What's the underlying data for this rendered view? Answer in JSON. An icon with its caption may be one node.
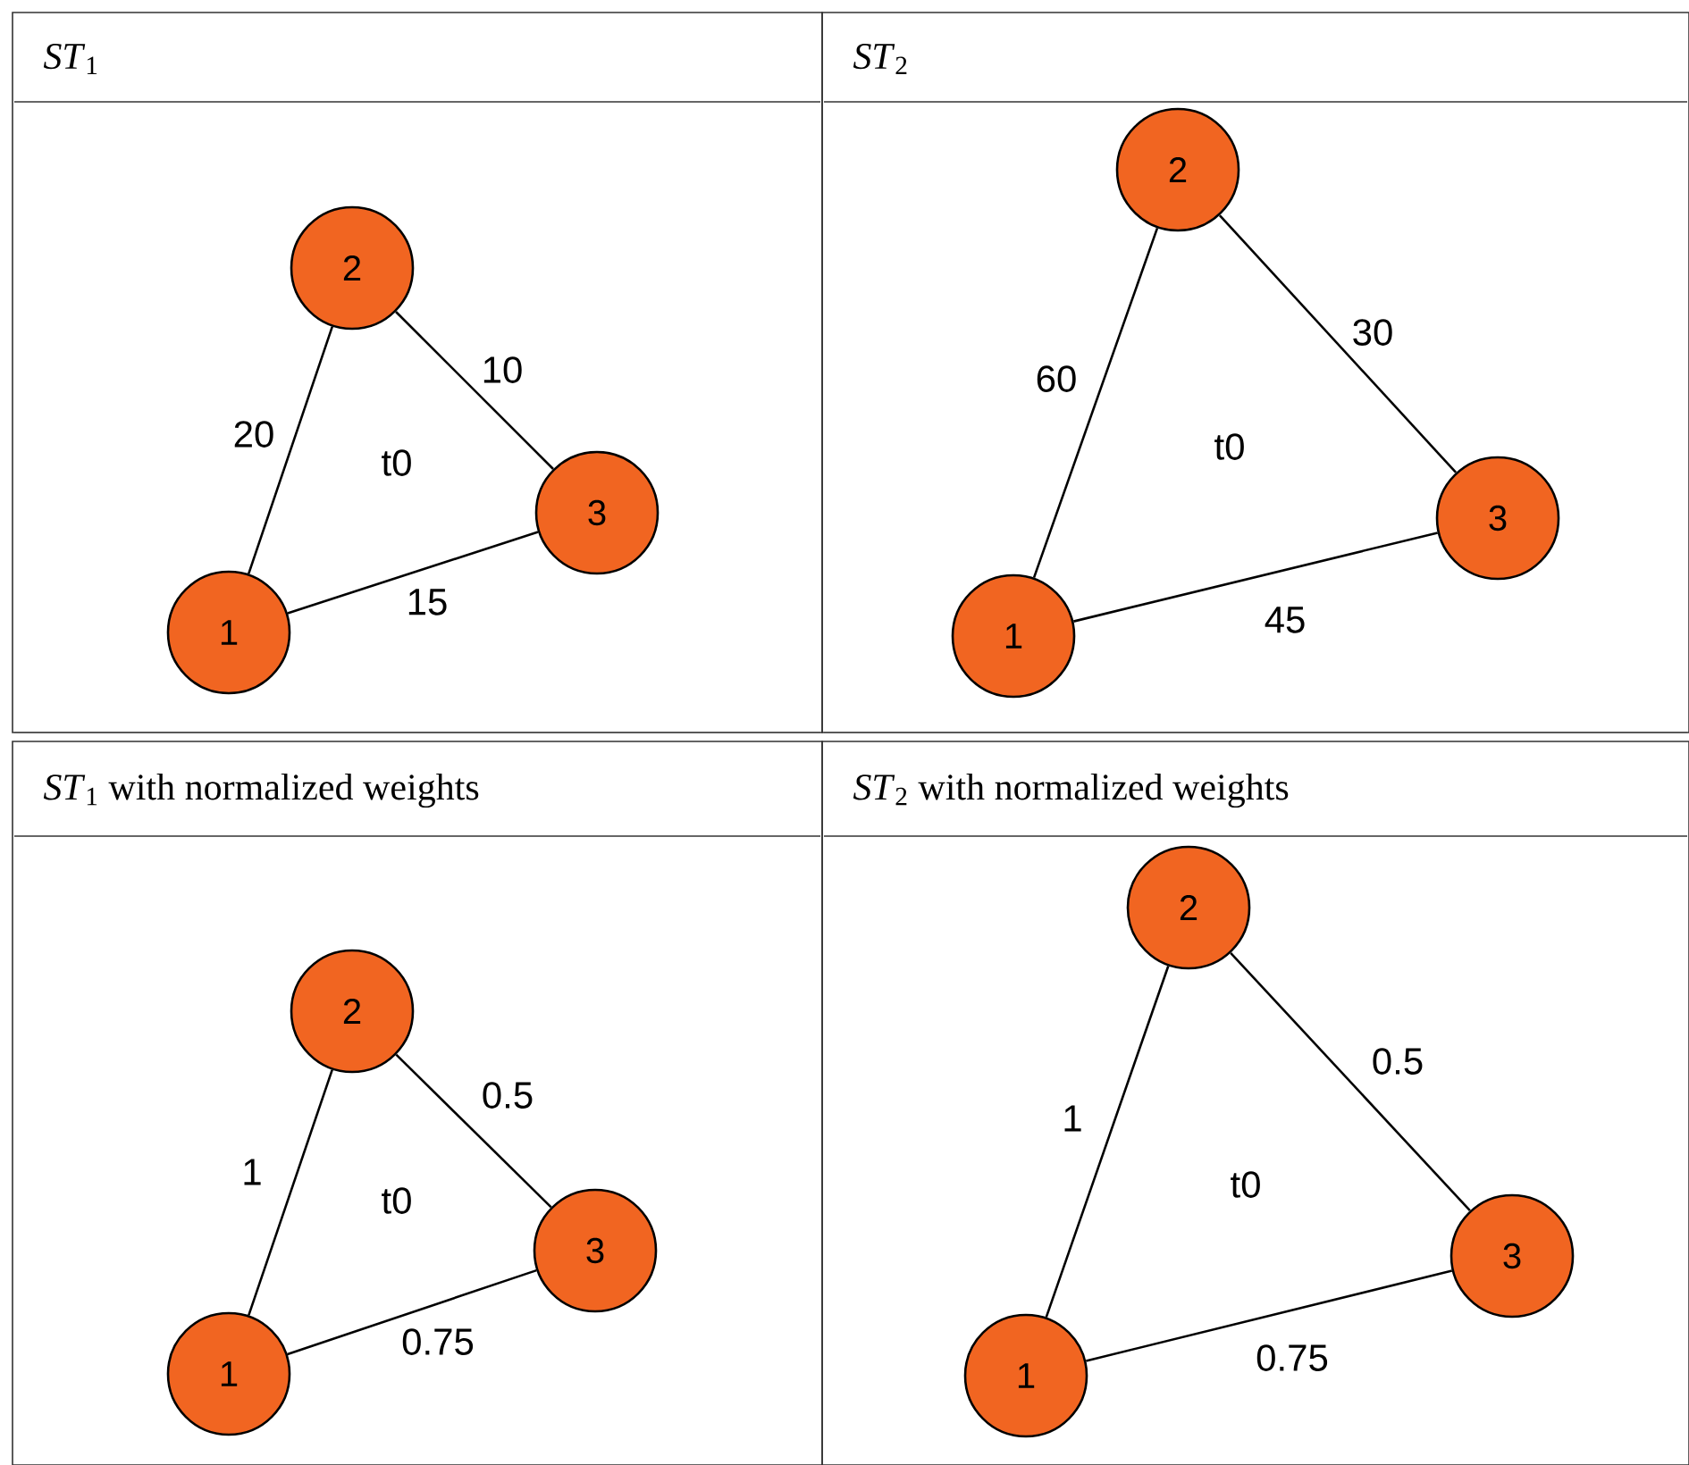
{
  "diagram": {
    "nodes": [
      {
        "text": [
          "*ST*$_{1}$"
        ]
      },
      {
        "text": [
          "1"
        ],
        "in": 0
      },
      {
        "text": [
          "2"
        ],
        "in": 0
      },
      {
        "text": [
          "3"
        ],
        "in": 0
      },
      {
        "text": [
          "*ST*$_{2}$"
        ]
      },
      {
        "text": [
          "1"
        ],
        "in": 4
      },
      {
        "text": [
          "2"
        ],
        "in": 4
      },
      {
        "text": [
          "3"
        ],
        "in": 4
      },
      {
        "text": [
          "*ST*$_{1}$ with normalized weights"
        ]
      },
      {
        "text": [
          "1"
        ],
        "in": 8
      },
      {
        "text": [
          "2"
        ],
        "in": 8
      },
      {
        "text": [
          "3"
        ],
        "in": 8
      },
      {
        "text": [
          "*ST*$_{2}$ with normalized weights"
        ]
      },
      {
        "text": [
          "1"
        ],
        "in": 12
      },
      {
        "text": [
          "2"
        ],
        "in": 12
      },
      {
        "text": [
          "3"
        ],
        "in": 12
      }
    ],
    "edges": [
      {
        "from": 1,
        "to": 2,
        "arrow": "none",
        "label": "20"
      },
      {
        "from": 2,
        "to": 3,
        "arrow": "none",
        "label": "10"
      },
      {
        "from": 1,
        "to": 3,
        "arrow": "none",
        "label": "15"
      },
      {
        "from": 5,
        "to": 6,
        "arrow": "none",
        "label": "60"
      },
      {
        "from": 6,
        "to": 7,
        "arrow": "none",
        "label": "30"
      },
      {
        "from": 5,
        "to": 7,
        "arrow": "none",
        "label": "45"
      },
      {
        "from": 9,
        "to": 10,
        "arrow": "none",
        "label": "1"
      },
      {
        "from": 10,
        "to": 11,
        "arrow": "none",
        "label": "0.5"
      },
      {
        "from": 9,
        "to": 11,
        "arrow": "none",
        "label": "0.75"
      },
      {
        "from": 13,
        "to": 14,
        "arrow": "none",
        "label": "1"
      },
      {
        "from": 14,
        "to": 15,
        "arrow": "none",
        "label": "0.5"
      },
      {
        "from": 13,
        "to": 15,
        "arrow": "none",
        "label": "0.75"
      }
    ],
    "labels": [
      "t0",
      "t0",
      "t0",
      "t0"
    ]
  }
}
